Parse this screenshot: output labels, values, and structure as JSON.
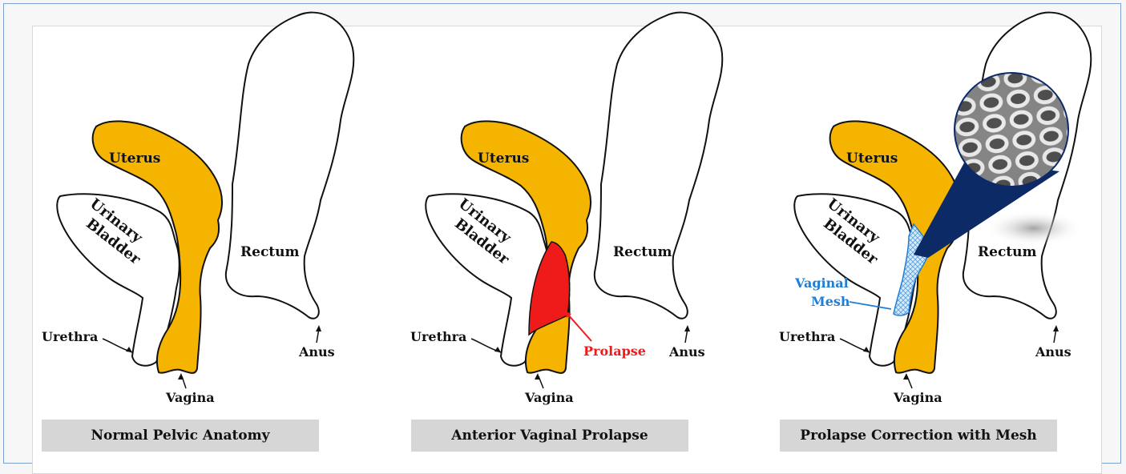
{
  "colors": {
    "organ_fill": "#f4b400",
    "outline": "#111111",
    "prolapse_red": "#ef1b1b",
    "mesh_blue": "#1f7ed8",
    "magnifier_navy": "#0c2a66",
    "caption_bg": "#d6d6d6"
  },
  "panels": [
    {
      "caption": "Normal Pelvic Anatomy",
      "labels": {
        "uterus": "Uterus",
        "bladder_line1": "Urinary",
        "bladder_line2": "Bladder",
        "rectum": "Rectum",
        "urethra": "Urethra",
        "vagina": "Vagina",
        "anus": "Anus"
      }
    },
    {
      "caption": "Anterior Vaginal Prolapse",
      "labels": {
        "uterus": "Uterus",
        "bladder_line1": "Urinary",
        "bladder_line2": "Bladder",
        "rectum": "Rectum",
        "urethra": "Urethra",
        "vagina": "Vagina",
        "anus": "Anus",
        "prolapse": "Prolapse"
      }
    },
    {
      "caption": "Prolapse Correction with Mesh",
      "labels": {
        "uterus": "Uterus",
        "bladder_line1": "Urinary",
        "bladder_line2": "Bladder",
        "rectum": "Rectum",
        "urethra": "Urethra",
        "vagina": "Vagina",
        "anus": "Anus",
        "mesh_line1": "Vaginal",
        "mesh_line2": "Mesh"
      },
      "magnifier_icon": "mesh-closeup-icon"
    }
  ]
}
